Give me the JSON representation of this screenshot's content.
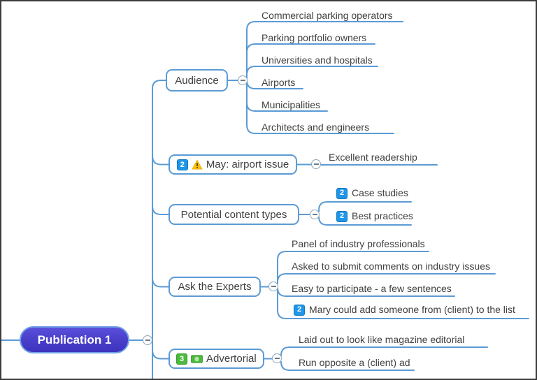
{
  "colors": {
    "line_blue": "#5b9bd5",
    "root_fill": "#4a40cc",
    "badge_blue": "#1e96ea",
    "badge_green": "#4cba3e",
    "warning_yellow": "#ffc107",
    "topic_text": "#3f3f3f"
  },
  "badges": {
    "two": "2",
    "three": "3"
  },
  "root": {
    "label": "Publication 1"
  },
  "branches": [
    {
      "label": "Audience",
      "children": [
        {
          "label": "Commercial parking operators"
        },
        {
          "label": "Parking portfolio owners"
        },
        {
          "label": "Universities and hospitals"
        },
        {
          "label": "Airports"
        },
        {
          "label": "Municipalities"
        },
        {
          "label": "Architects and engineers"
        }
      ]
    },
    {
      "label": "May: airport issue",
      "children": [
        {
          "label": "Excellent readership"
        }
      ]
    },
    {
      "label": "Potential content types",
      "children": [
        {
          "label": "Case studies"
        },
        {
          "label": "Best practices"
        }
      ]
    },
    {
      "label": "Ask the Experts",
      "children": [
        {
          "label": "Panel of industry professionals"
        },
        {
          "label": "Asked to submit comments on industry issues"
        },
        {
          "label": "Easy to participate - a few sentences"
        },
        {
          "label": "Mary could add someone from (client) to the list"
        }
      ]
    },
    {
      "label": "Advertorial",
      "children": [
        {
          "label": "Laid out to look like magazine editorial"
        },
        {
          "label": "Run opposite a (client) ad"
        }
      ]
    }
  ]
}
